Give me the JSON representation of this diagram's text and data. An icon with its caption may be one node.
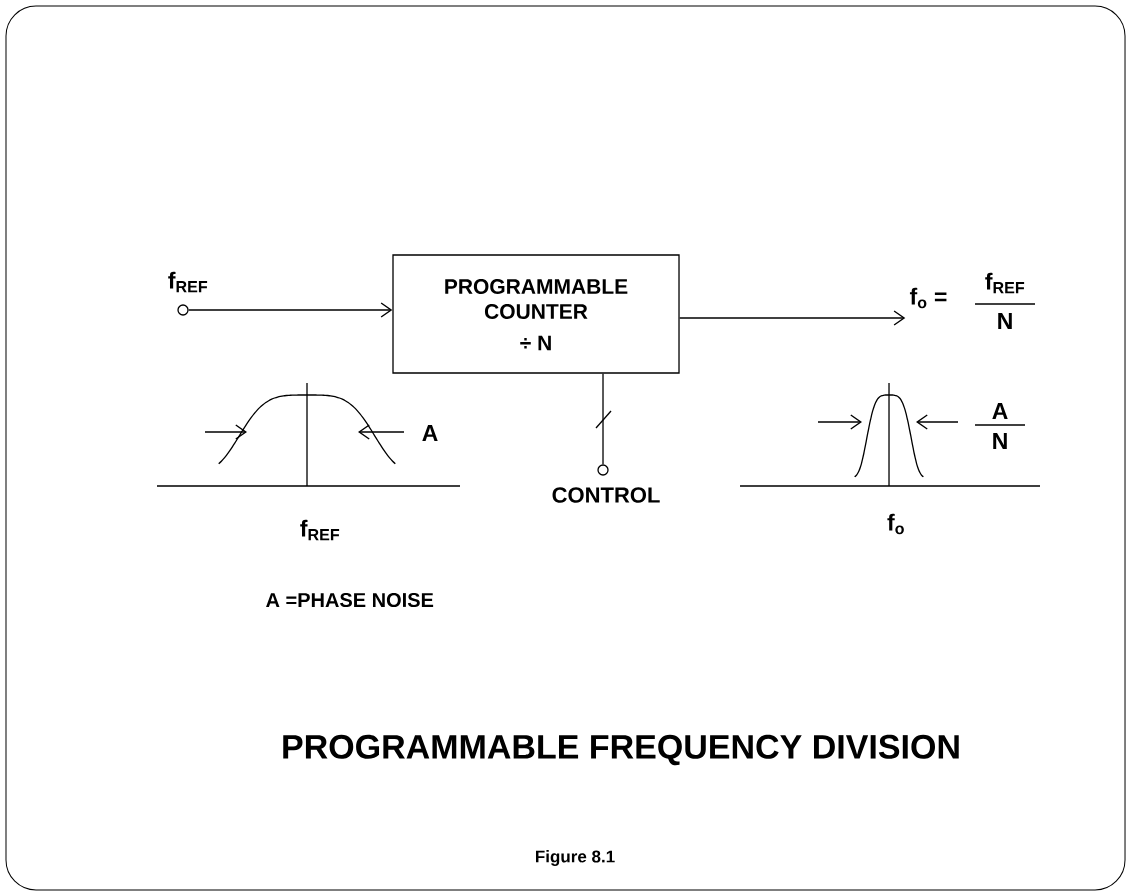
{
  "diagram": {
    "title": "PROGRAMMABLE FREQUENCY DIVISION",
    "caption": "Figure 8.1",
    "nodes": [
      {
        "text": [
          "f$_{REF}$"
        ]
      },
      {
        "text": [
          "PROGRAMMABLE COUNTER",
          "÷ N"
        ]
      },
      {
        "text": [
          "f$_{o}$ =",
          "f$_{REF}$",
          "N"
        ]
      },
      {
        "text": [
          "CONTROL"
        ]
      }
    ],
    "edges": [
      {
        "from": 0,
        "to": 1,
        "arrow": "to"
      },
      {
        "from": 1,
        "to": 2,
        "arrow": "to"
      },
      {
        "from": 1,
        "to": 3,
        "arrow": "none"
      }
    ],
    "labels": [
      "A",
      "A",
      "N",
      "f$_{REF}$",
      "f$_{o}$",
      "A =PHASE NOISE"
    ]
  }
}
